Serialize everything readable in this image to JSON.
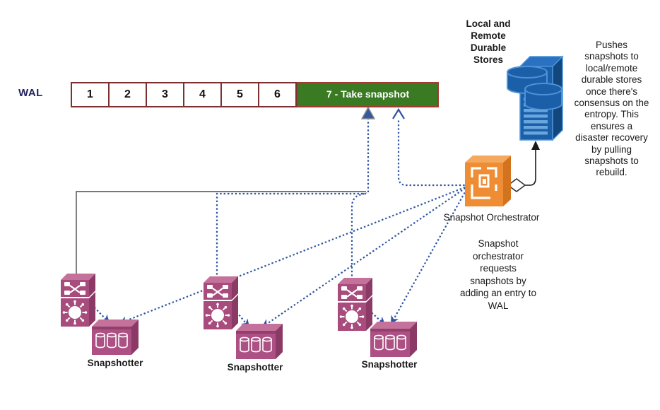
{
  "diagram": {
    "wal": {
      "label": "WAL",
      "cells": [
        "1",
        "2",
        "3",
        "4",
        "5",
        "6"
      ],
      "highlight_cell": "7 - Take snapshot"
    },
    "durable_store": {
      "title": "Local and\nRemote\nDurable\nStores",
      "icon": "database-server-icon"
    },
    "push_note": "Pushes\nsnapshots to\nlocal/remote\ndurable stores\nonce there's\nconsensus on the\nentropy. This\nensures a\ndisaster recovery\nby pulling\nsnapshots to\nrebuild.",
    "orchestrator": {
      "label": "Snapshot Orchestrator",
      "note": "Snapshot\norchestrator\nrequests\nsnapshots by\nadding an entry to\nWAL",
      "icon": "snapshot-orchestrator-icon"
    },
    "snapshotters": [
      {
        "label": "Snapshotter",
        "icon": "snapshotter-box-icon",
        "member_icon": "member-switch-icon"
      },
      {
        "label": "Snapshotter",
        "icon": "snapshotter-box-icon",
        "member_icon": "member-switch-icon"
      },
      {
        "label": "Snapshotter",
        "icon": "snapshotter-box-icon",
        "member_icon": "member-switch-icon"
      }
    ],
    "colors": {
      "wal_text": "#23235f",
      "cell_border": "#7c3030",
      "highlight_fill": "#3a7a22",
      "highlight_border": "#a03c32",
      "connector_blue": "#2d55a0",
      "icon_plum": "#a74c7c",
      "icon_orange": "#ef8d35",
      "icon_blue": "#1a5fa8"
    }
  }
}
